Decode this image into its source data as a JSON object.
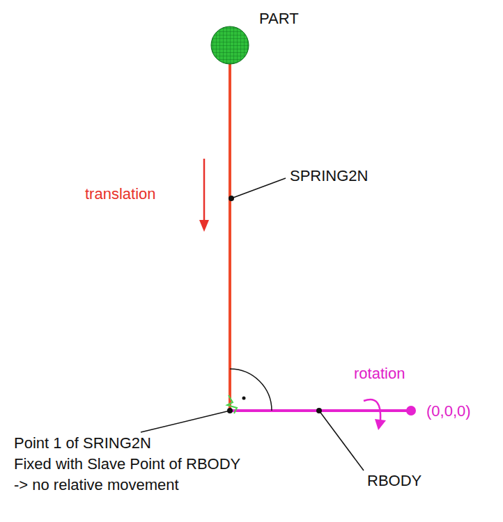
{
  "diagram": {
    "labels": [
      "PART",
      "translation",
      "SPRING2N",
      "rotation",
      "(0,0,0)",
      "Point 1 of SRING2N",
      "Fixed with Slave Point of RBODY",
      "-> no relative movement",
      "RBODY"
    ]
  }
}
